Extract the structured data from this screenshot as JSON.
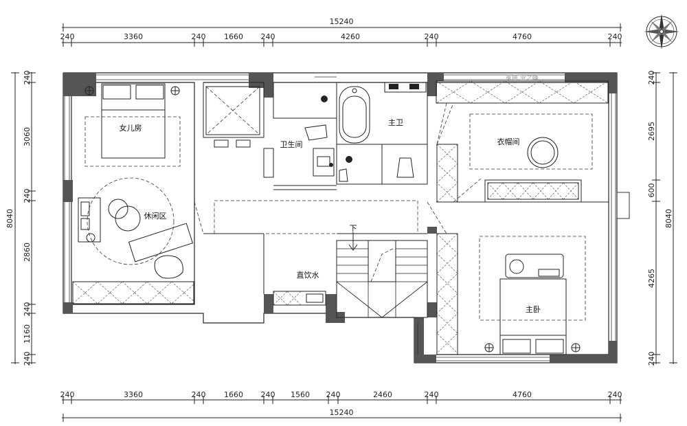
{
  "dimensions": {
    "top_total": "15240",
    "top_segments": [
      "240",
      "3360",
      "240",
      "1660",
      "240",
      "4260",
      "240",
      "4760",
      "240"
    ],
    "bottom_total": "15240",
    "bottom_segments": [
      "240",
      "3360",
      "240",
      "1660",
      "240",
      "1560",
      "240",
      "2460",
      "240",
      "4760",
      "240"
    ],
    "left_total": "8040",
    "left_segments": [
      "240",
      "3060",
      "240",
      "2860",
      "240",
      "1160",
      "240"
    ],
    "right_total": "8040",
    "right_segments": [
      "240",
      "2695",
      "600",
      "4265",
      "240"
    ]
  },
  "rooms": {
    "daughter_room": "女儿房",
    "leisure_area": "休闲区",
    "bathroom": "卫生间",
    "master_bath": "主卫",
    "cloakroom": "衣帽间",
    "master_bedroom": "主卧",
    "drinking_water": "直饮水",
    "stairs_down": "下"
  },
  "watermark": "家居  业之峰"
}
